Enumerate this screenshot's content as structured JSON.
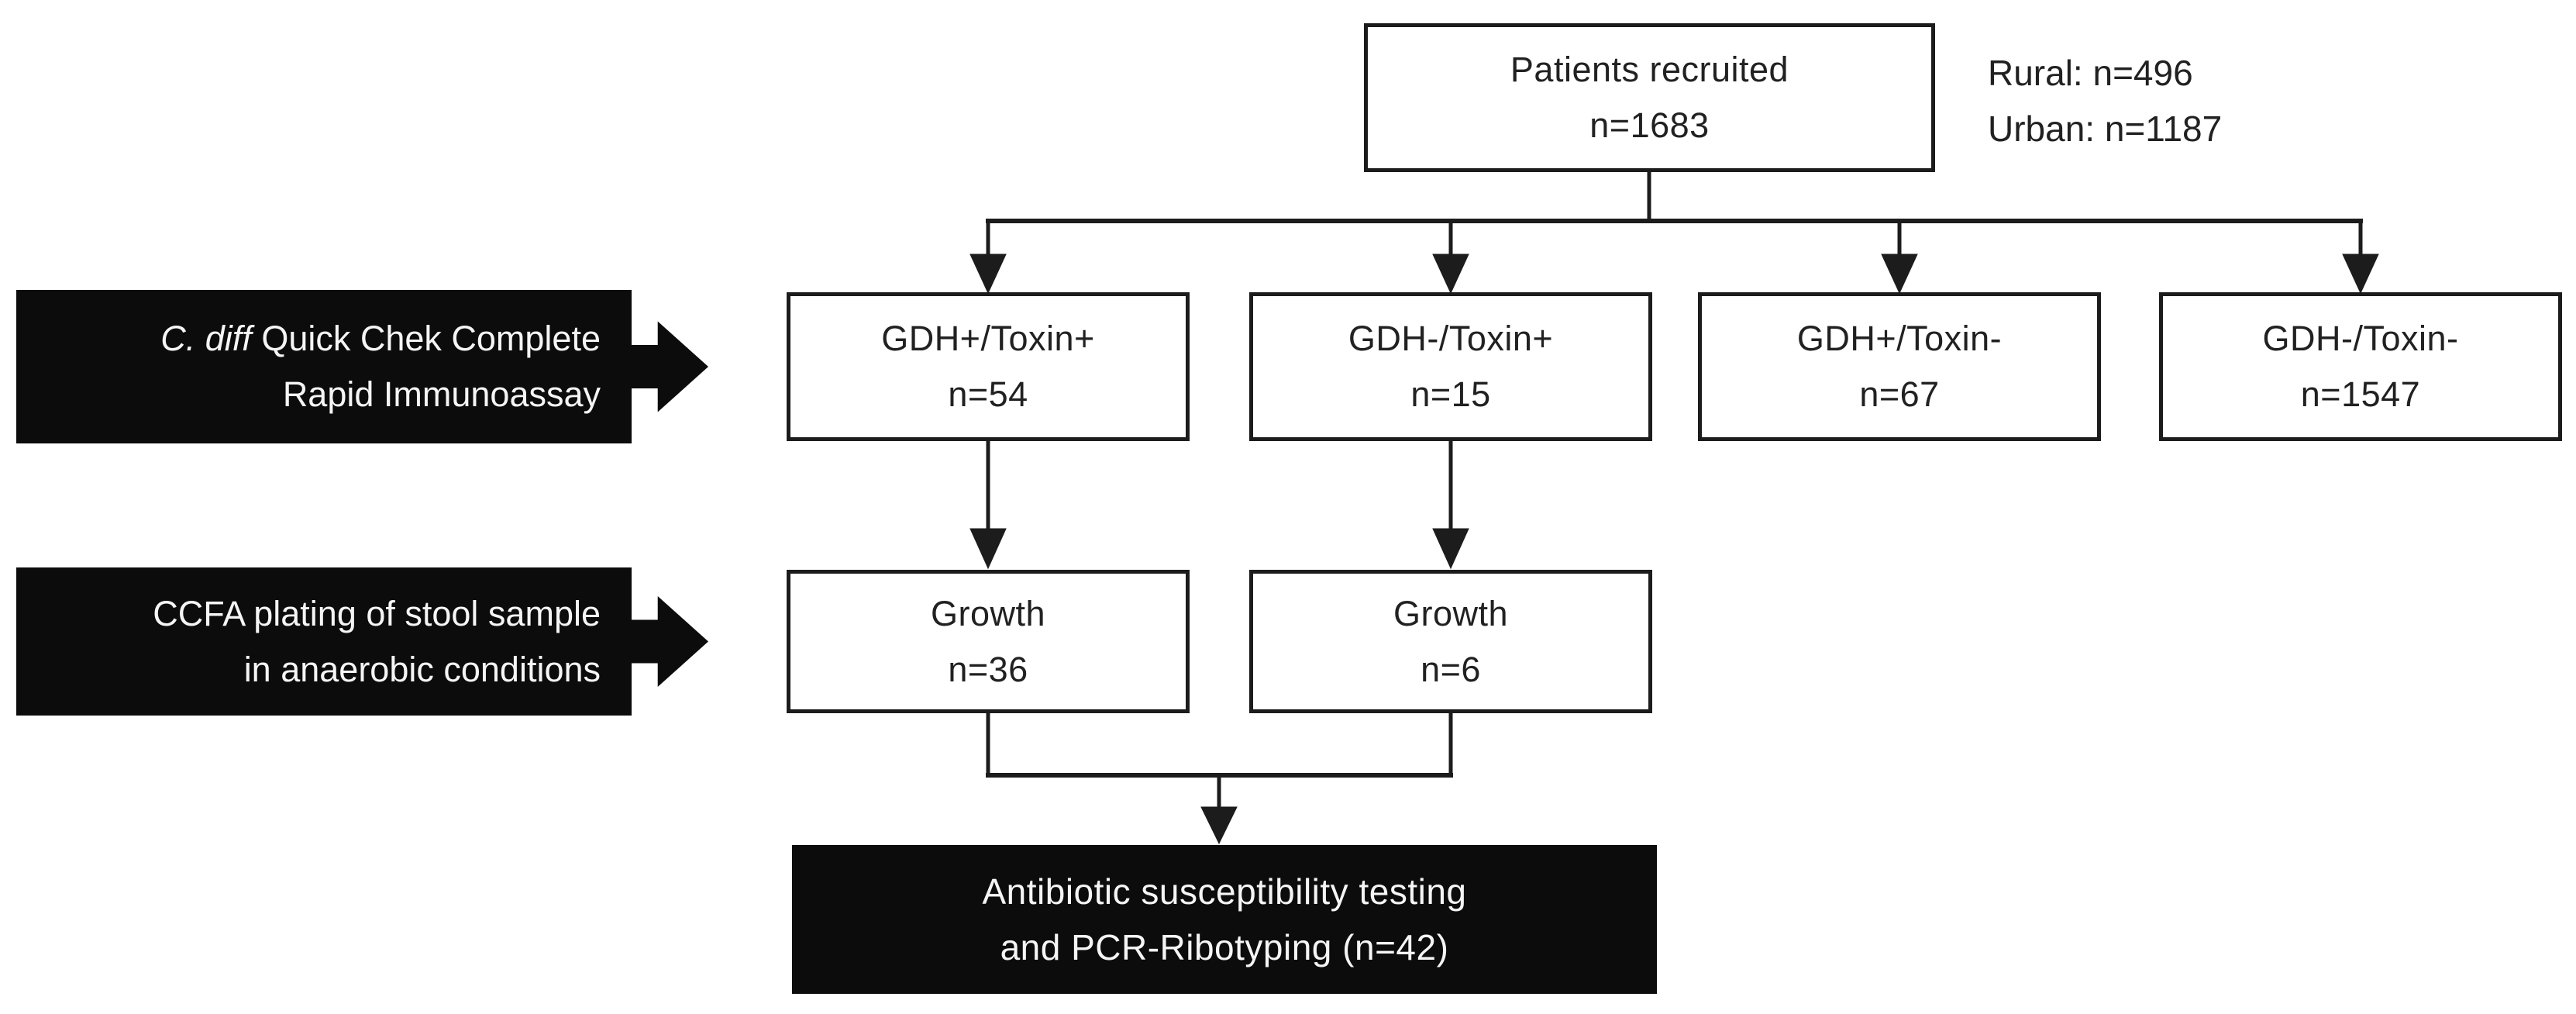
{
  "colors": {
    "background": "#ffffff",
    "connector": "#1c1c1c",
    "node_border": "#1c1c1c",
    "node_fill": "#ffffff",
    "node_text": "#212121",
    "stage_fill": "#0c0c0c",
    "stage_text": "#f5f5f5"
  },
  "nodes": {
    "recruited": {
      "line1": "Patients recruited",
      "line2": "n=1683"
    },
    "side_note": {
      "line1": "Rural: n=496",
      "line2": "Urban: n=1187"
    },
    "assay": [
      {
        "line1": "GDH+/Toxin+",
        "line2": "n=54"
      },
      {
        "line1": "GDH-/Toxin+",
        "line2": "n=15"
      },
      {
        "line1": "GDH+/Toxin-",
        "line2": "n=67"
      },
      {
        "line1": "GDH-/Toxin-",
        "line2": "n=1547"
      }
    ],
    "growth": [
      {
        "line1": "Growth",
        "line2": "n=36"
      },
      {
        "line1": "Growth",
        "line2": "n=6"
      }
    ],
    "final": {
      "line1": "Antibiotic susceptibility testing",
      "line2": "and PCR-Ribotyping (n=42)"
    }
  },
  "stage_labels": {
    "immunoassay": {
      "italic": "C. diff",
      "line1_rest": " Quick Chek Complete",
      "line2": "Rapid Immunoassay"
    },
    "ccfa": {
      "line1": "CCFA plating of stool sample",
      "line2": "in anaerobic conditions"
    }
  }
}
